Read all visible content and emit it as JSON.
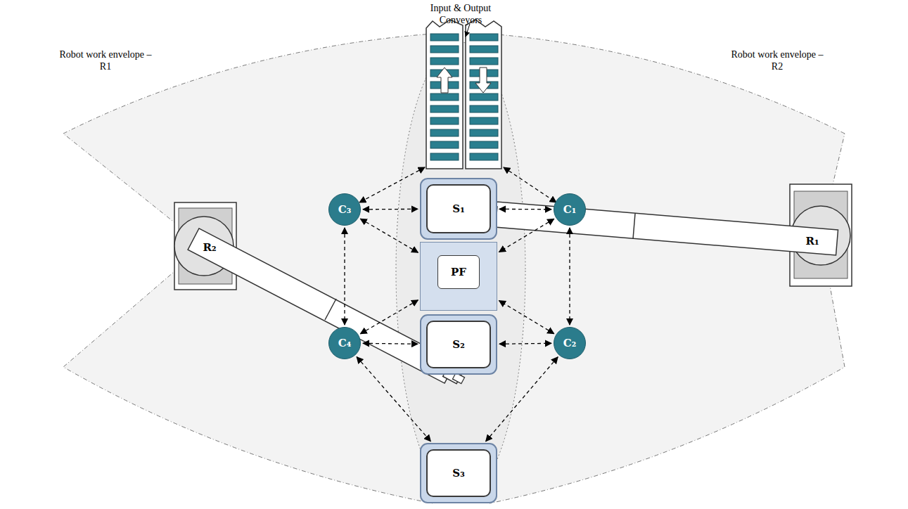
{
  "diagram": {
    "nodes": [
      {
        "text": [
          "C₃"
        ]
      },
      {
        "text": [
          "S₁"
        ]
      },
      {
        "text": [
          "C₁"
        ]
      },
      {
        "text": [
          "R₁"
        ]
      },
      {
        "text": [
          "PF"
        ]
      },
      {
        "text": [
          "R₂"
        ]
      },
      {
        "text": [
          "C₄"
        ]
      },
      {
        "text": [
          "S₂"
        ]
      },
      {
        "text": [
          "C₂"
        ]
      },
      {
        "text": [
          "S₃"
        ]
      }
    ],
    "edges": [
      {
        "from": 0,
        "to": 1,
        "arrow": "both"
      },
      {
        "from": 1,
        "to": 2,
        "arrow": "both"
      },
      {
        "from": 0,
        "to": 4,
        "arrow": "both"
      },
      {
        "from": 2,
        "to": 4,
        "arrow": "both"
      },
      {
        "from": 2,
        "to": 8,
        "arrow": "both"
      },
      {
        "from": 0,
        "to": 6,
        "arrow": "both"
      },
      {
        "from": 6,
        "to": 4,
        "arrow": "both"
      },
      {
        "from": 8,
        "to": 4,
        "arrow": "both"
      },
      {
        "from": 6,
        "to": 7,
        "arrow": "both"
      },
      {
        "from": 7,
        "to": 8,
        "arrow": "both"
      },
      {
        "from": 6,
        "to": 9,
        "arrow": "both"
      },
      {
        "from": 8,
        "to": 9,
        "arrow": "both"
      }
    ],
    "labels": [
      "Input & Output Conveyors",
      "Robot work envelope – R1",
      "Robot work envelope – R2"
    ]
  }
}
